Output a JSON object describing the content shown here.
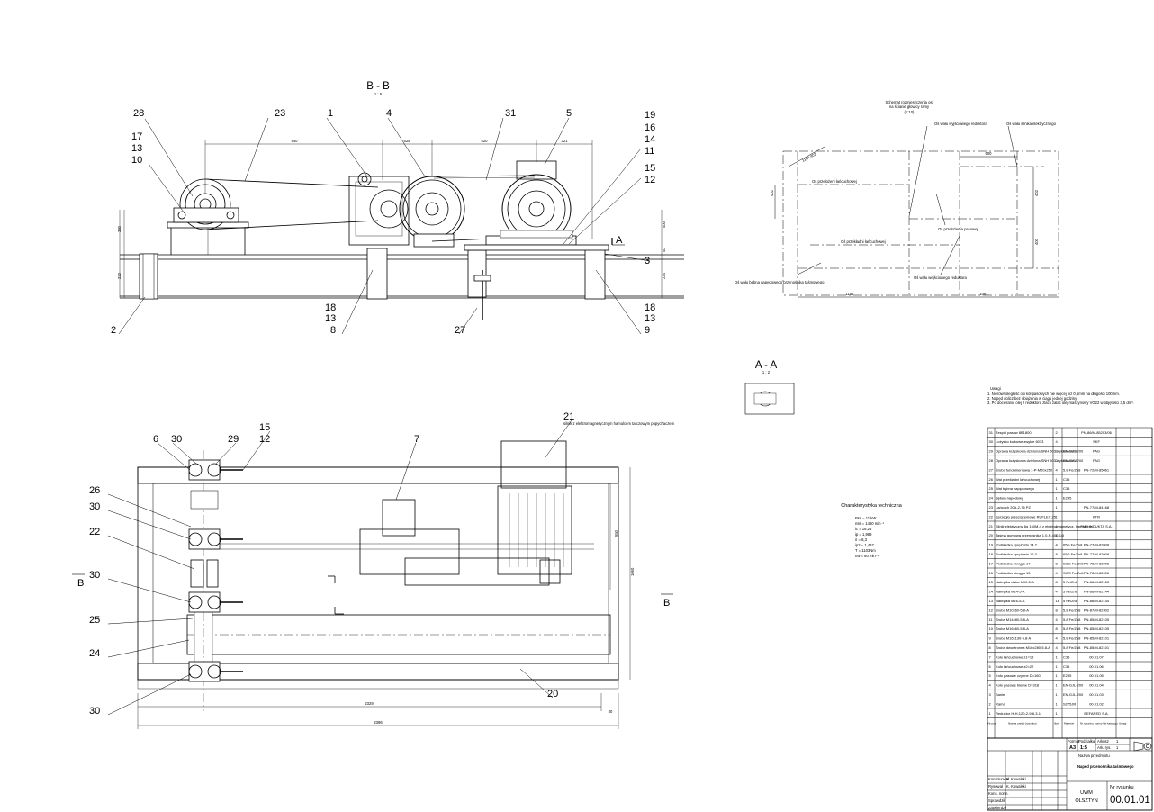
{
  "views": {
    "section_bb": {
      "title": "B - B",
      "scale": "1 : 5"
    },
    "section_aa": {
      "title": "A - A",
      "scale": "1 : 2"
    },
    "plan_marks": {
      "left": "B",
      "right": "B"
    },
    "section_a_mark": "A"
  },
  "callouts_top": [
    {
      "num": "28"
    },
    {
      "num": "23"
    },
    {
      "num": "1"
    },
    {
      "num": "4"
    },
    {
      "num": "31"
    },
    {
      "num": "5"
    },
    {
      "num": "19"
    },
    {
      "num": "16"
    },
    {
      "num": "14"
    },
    {
      "num": "11"
    },
    {
      "num": "15"
    },
    {
      "num": "12"
    },
    {
      "num": "17"
    },
    {
      "num": "13"
    },
    {
      "num": "10"
    },
    {
      "num": "3"
    },
    {
      "num": "2"
    },
    {
      "num": "18"
    },
    {
      "num": "13"
    },
    {
      "num": "8"
    },
    {
      "num": "27"
    },
    {
      "num": "18"
    },
    {
      "num": "13"
    },
    {
      "num": "9"
    }
  ],
  "dims_top": {
    "d940": "940",
    "d525": "525",
    "d520": "520",
    "d321": "321",
    "v230": "230",
    "v220": "220",
    "v400": "400",
    "v40": "40",
    "v234": "234"
  },
  "callouts_plan": [
    {
      "num": "6"
    },
    {
      "num": "30"
    },
    {
      "num": "29"
    },
    {
      "num": "15"
    },
    {
      "num": "12"
    },
    {
      "num": "7"
    },
    {
      "num": "21"
    },
    {
      "num": "26"
    },
    {
      "num": "30"
    },
    {
      "num": "22"
    },
    {
      "num": "30"
    },
    {
      "num": "25"
    },
    {
      "num": "24"
    },
    {
      "num": "20"
    },
    {
      "num": "30"
    }
  ],
  "plan_note": "silnik z elektromagnetycznym hamulcem tarczowym popychaczem",
  "dims_plan": {
    "w2329": "2329",
    "w2396": "2396",
    "d30": "30",
    "v550": "550",
    "v1060": "1060"
  },
  "schema": {
    "title_lines": [
      "Schemat rozmieszczenia osi",
      "na ścianie głowicy ramy",
      "(1:10)"
    ],
    "labels": {
      "reducer_out": "Oś wału wyjściowego reduktora",
      "motor_shaft": "Oś wału silnika elektrycznego",
      "tension_axis": "Oś przełożeni łańcuchowej",
      "belt_axis": "Oś przełożenia pasowej",
      "chain_axis": "Oś przekładni łańcuchowej",
      "reducer_in": "Oś wału wejściowego reduktora",
      "drum_axis": "Oś wału bębna napędowego przenośnika taśmowego"
    },
    "dims": {
      "d500": "500",
      "d402": "402",
      "d402b": "402",
      "d400": "400",
      "d1154": "1154",
      "d1081": "1081",
      "dAngle": "1154,402"
    }
  },
  "technical": {
    "title": "Charakterystyka techniczna",
    "lines": [
      "Pss = 11 kW",
      "nss = 1460 min⁻¹",
      "ic = 16,25",
      "ip = 1,989",
      "ir = 6,3",
      "ip2 = 1,467",
      "T = 1103Nm",
      "nw = 80 min⁻¹"
    ]
  },
  "notes": {
    "title": "Uwagi",
    "lines": [
      "1. Nierównoległość osi kół pasowych nie więcej niż 0,5mm na długości 100mm.",
      "2. Napęd dolicz bez obiążenia w ciągu jednej godziny.",
      "3. Po docieraniu olej z reduktora zlać i zalać olej maszynowy VG22 w objętości 3,5 dm³."
    ]
  },
  "bom": [
    [
      "31",
      "Zespół pasów 8B1800",
      "2",
      "",
      "PN-86/M-85203/06"
    ],
    [
      "30",
      "Łożysko kulkowe zwykłe 6013",
      "4",
      "",
      "SKF"
    ],
    [
      "29",
      "Oprawa łożyskowa dzielona SNH 503 wykonanie B",
      "2",
      "EN-GJL-200",
      "FAG"
    ],
    [
      "28",
      "Oprawa łożyskowa dzielona SNH 503 wykonanie A",
      "2",
      "EN-GJL-200",
      "FAG"
    ],
    [
      "27",
      "Śruba fundamentowa 1-P-M20x250",
      "4",
      "5.8 Fe/Zn8",
      "PN-72/M-85061"
    ],
    [
      "26",
      "Wał przekładni łańcuchowej",
      "1",
      "C35",
      ""
    ],
    [
      "25",
      "Wał bębna napędowego",
      "1",
      "C35",
      ""
    ],
    [
      "24",
      "Bęben napędowy",
      "1",
      "E295",
      ""
    ],
    [
      "23",
      "Łańcuch 20A-2-76 PZ",
      "1",
      "",
      "PN-77/M-84168"
    ],
    [
      "22",
      "Sprzęgło przeciążeniowe RUFLEX 25",
      "1",
      "",
      "KTR"
    ],
    [
      "21",
      "Silnik elektryczny 6g 160M-4 z elektromagnetycz. hamulcem",
      "1",
      "",
      "FME INDUKTA S.A."
    ],
    [
      "20",
      "Taśma gumowa przenośnika 1,0-P-400-14I",
      "1",
      "",
      ""
    ],
    [
      "19",
      "Podkładka sprężysta 14,2",
      "4",
      "65G Fe/Zn8",
      "PN-77/M-82008"
    ],
    [
      "18",
      "Podkładka sprężysta 16,3",
      "8",
      "65G Fe/Zn8",
      "PN-77/M-82008"
    ],
    [
      "17",
      "Podkładka okrągła 17",
      "8",
      "St3S Fe/Zn8",
      "PN-78/M-82006"
    ],
    [
      "16",
      "Podkładka okrągła 15",
      "4",
      "St3S Fe/Zn8",
      "PN-78/M-82006"
    ],
    [
      "15",
      "Nakrętka niska M10-5-A",
      "8",
      "5 Fe/Zn8",
      "PN-86/M-82153"
    ],
    [
      "14",
      "Nakrętka M14-5-A",
      "4",
      "5 Fe/Zn8",
      "PN-86/M-82144"
    ],
    [
      "13",
      "Nakrętka M16-5-A",
      "16",
      "5 Fe/Zn8",
      "PN-86/M-82144"
    ],
    [
      "12",
      "Śruba M10x60-5.8-A",
      "8",
      "5.8 Fe/Zn8",
      "PN-87/M-82302"
    ],
    [
      "11",
      "Śruba M14x80-5.8-A",
      "4",
      "5.8 Fe/Zn8",
      "PN-85/M-82105"
    ],
    [
      "10",
      "Śruba M16x60-5.8-A",
      "8",
      "5.8 Fe/Zn8",
      "PN-85/M-82105"
    ],
    [
      "9",
      "Śruba M16x130-5.8-A",
      "4",
      "5.8 Fe/Zn8",
      "PN-85/M-82101"
    ],
    [
      "8",
      "Śruba dwustronna M16x280-5.8-A",
      "4",
      "5.8 Fe/Zn8",
      "PN-85/M-82101"
    ],
    [
      "7",
      "Koło łańcuchowe z1=15",
      "1",
      "C35",
      "00.01.07"
    ],
    [
      "6",
      "Koło łańcuchowe z2=22",
      "1",
      "C35",
      "00.01.06"
    ],
    [
      "5",
      "Koło pasowe czynne D=160",
      "1",
      "E295",
      "00.01.05"
    ],
    [
      "4",
      "Koło pasowe bierne D=318",
      "1",
      "EN-GJL-200",
      "00.01.04"
    ],
    [
      "3",
      "Sanie",
      "1",
      "EN-GJL-200",
      "00.01.03"
    ],
    [
      "2",
      "Rama",
      "1",
      "S275JR",
      "00.01.02"
    ],
    [
      "1",
      "Reduktor H-H-120-2-9-6,3-1",
      "1",
      "",
      "BEFARED S.A."
    ]
  ],
  "bom_headers": [
    "Nr poz.",
    "Nazwa części (rysunku)",
    "Ilość",
    "Materiał",
    "Nr rysunku, normy lub katalogu",
    "Uwagi"
  ],
  "title_block": {
    "format_label": "Format",
    "format": "A3",
    "scale_label": "Podziałka",
    "scale": "1:5",
    "sheet_label": "Arkusz",
    "sheet": "1",
    "sheets_label": "Ark. rys.",
    "sheets": "1",
    "title_label": "Nazwa przedmiotu",
    "title": "Napęd przenośnika taśmowego",
    "org1": "UWM",
    "org2": "OLSZTYN",
    "drawing_no_label": "Nr rysunku",
    "drawing_no": "00.01.01",
    "roles": [
      "Konstruował",
      "Rysował",
      "Kons. norm.",
      "Sprawdził",
      "Zatwierdził"
    ],
    "names": [
      "K. Kowalski",
      "K. Kowalski",
      "",
      "",
      ""
    ]
  }
}
